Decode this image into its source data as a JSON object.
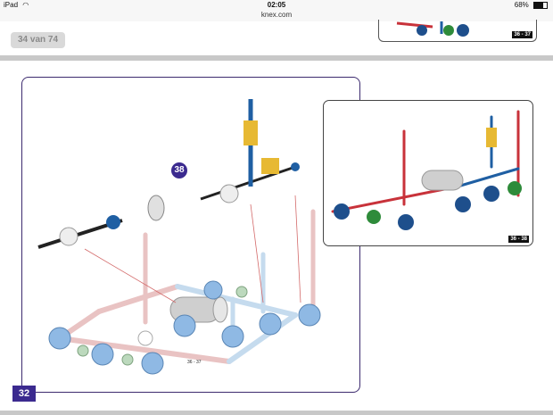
{
  "status": {
    "device": "iPad",
    "time": "02:05",
    "battery": "68%"
  },
  "url": "knex.com",
  "page_counter": "34 van 74",
  "page_number": "32",
  "step_number": "38",
  "top_inset_ref": "36 - 37",
  "inset_ref": "36 - 38",
  "figure_ref": "36 - 37",
  "colors": {
    "accent": "#3b2a8f",
    "rod_red": "#c8323a",
    "rod_blue": "#1f5fa3",
    "connector_yellow": "#e7b933",
    "connector_navy": "#1e4f8c",
    "connector_green": "#2e8b3a"
  },
  "icons": {
    "wifi": "wifi-icon",
    "battery": "battery-icon"
  }
}
